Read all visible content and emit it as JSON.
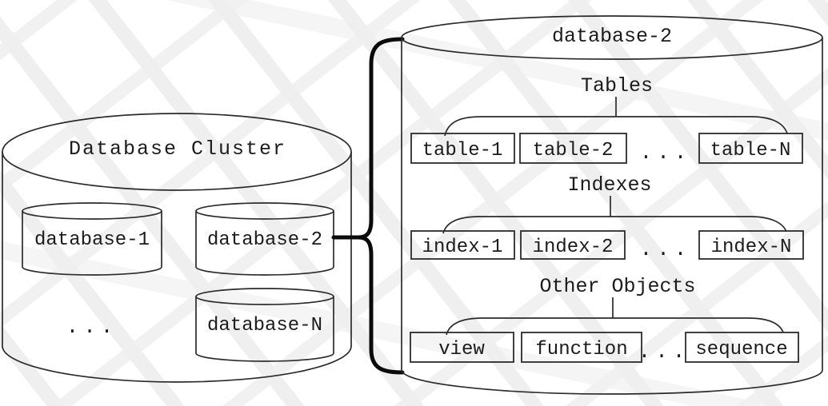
{
  "canvas": {
    "background": "#ffffff",
    "ink_color": "#2b2b2b",
    "thick_line_color": "#0b0b0b",
    "watermark_color": "#f0eff0"
  },
  "cluster": {
    "title": "Database Cluster",
    "databases": [
      {
        "label": "database-1"
      },
      {
        "label": "database-2"
      },
      {
        "label": "database-N"
      }
    ],
    "ellipsis": "..."
  },
  "detail": {
    "title": "database-2",
    "sections": [
      {
        "label": "Tables",
        "items": [
          "table-1",
          "table-2",
          "...",
          "table-N"
        ]
      },
      {
        "label": "Indexes",
        "items": [
          "index-1",
          "index-2",
          "...",
          "index-N"
        ]
      },
      {
        "label": "Other Objects",
        "items": [
          "view",
          "function",
          "...",
          "sequence"
        ]
      }
    ]
  }
}
